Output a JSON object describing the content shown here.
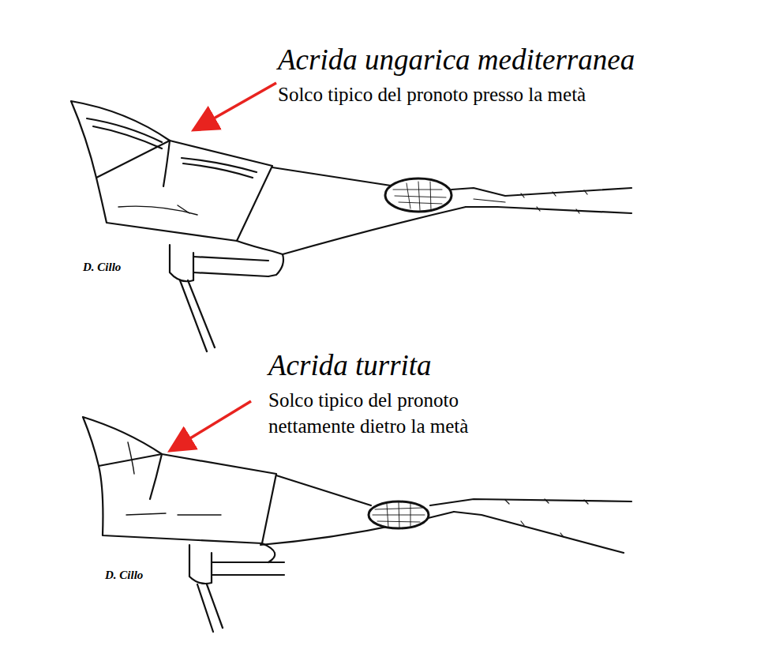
{
  "diagram": {
    "labels": [
      "Acrida ungarica mediterranea",
      "Solco tipico del pronoto presso la metà",
      "D. Cillo",
      "Acrida turrita",
      "Solco tipico del pronoto nettamente dietro la metà",
      "D. Cillo"
    ]
  }
}
